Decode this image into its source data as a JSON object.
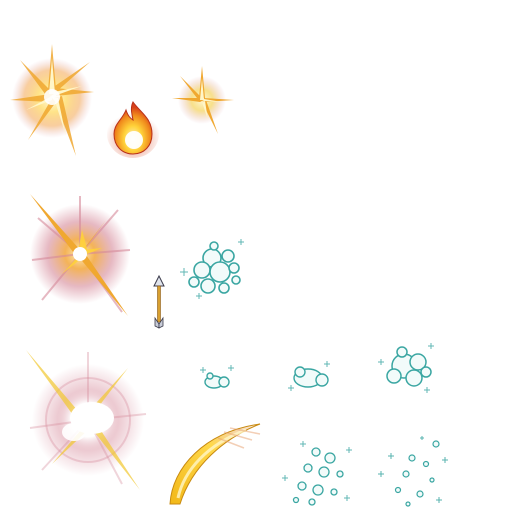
{
  "sprite_sheet": {
    "background": "#ffffff",
    "palette": {
      "fire_core": "#fff6c8",
      "fire_yellow": "#ffd23a",
      "fire_orange": "#f08a1c",
      "fire_red": "#d8401a",
      "smoke_pink": "#d68a9a",
      "spark_yellow": "#f2c830",
      "ice_fill": "#f2fbfa",
      "ice_outline": "#3aa6a2",
      "arrow_shaft": "#d8a030",
      "arrow_tip": "#3a3a4a"
    },
    "sprites": [
      {
        "name": "fire-burst-small",
        "icon": "explosion-icon"
      },
      {
        "name": "fireball",
        "icon": "flame-icon"
      },
      {
        "name": "fire-spark-small",
        "icon": "spark-icon"
      },
      {
        "name": "fire-burst-medium",
        "icon": "explosion-icon"
      },
      {
        "name": "ice-cloud-medium",
        "icon": "ice-burst-icon"
      },
      {
        "name": "arrow",
        "icon": "arrow-icon"
      },
      {
        "name": "fire-burst-large",
        "icon": "explosion-icon"
      },
      {
        "name": "ice-puff-small",
        "icon": "ice-burst-icon"
      },
      {
        "name": "ice-puff-medium",
        "icon": "ice-burst-icon"
      },
      {
        "name": "ice-cloud-large",
        "icon": "ice-burst-icon"
      },
      {
        "name": "fire-slash",
        "icon": "slash-icon"
      },
      {
        "name": "ice-sparkle-cluster",
        "icon": "sparkle-icon"
      },
      {
        "name": "ice-sparkle-scatter",
        "icon": "sparkle-icon"
      }
    ]
  }
}
